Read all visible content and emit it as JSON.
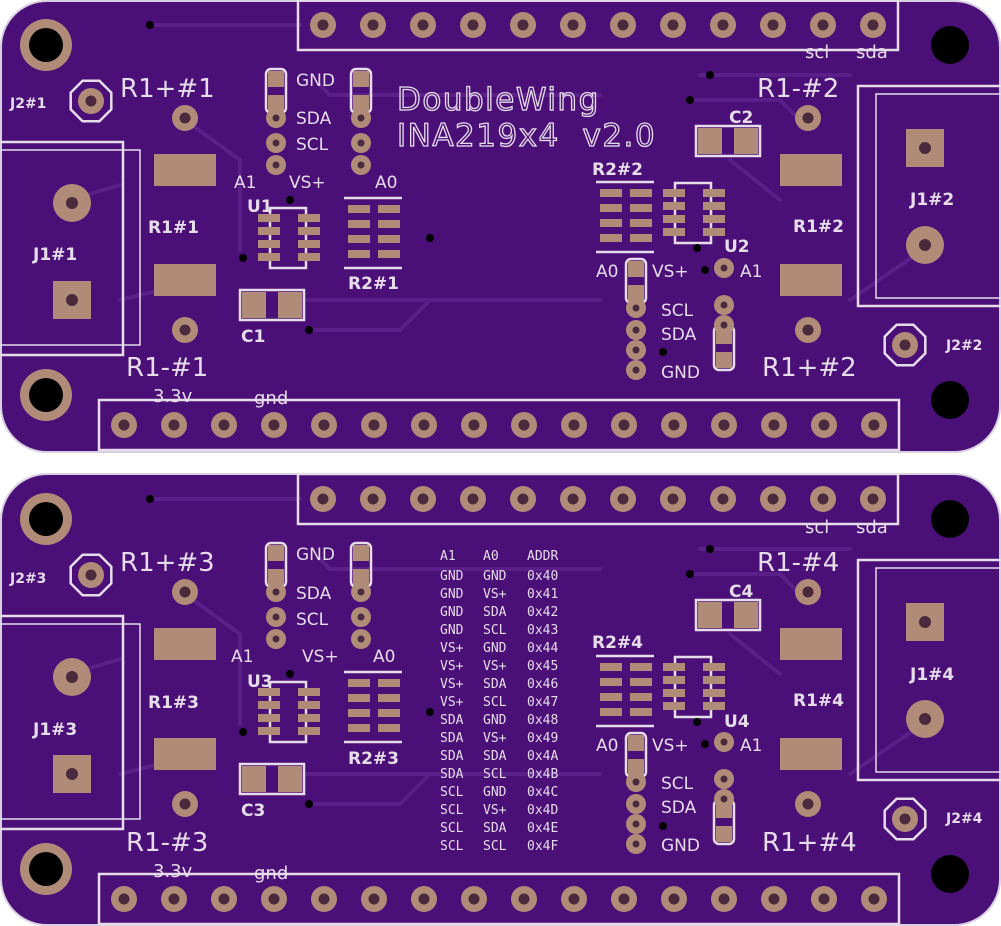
{
  "colors": {
    "board": "#4b0f78",
    "outline": "#d8cfe0",
    "copper": "#b08c78",
    "hole": "#4a2a3c",
    "mount_hole": "#000000",
    "silk": "#e6dcea",
    "trace": "#5a1f88"
  },
  "board": {
    "title_line1": "DoubleWing",
    "title_line2": "INA219x4  v2.0"
  },
  "header_labels": {
    "scl": "scl",
    "sda": "sda",
    "v33": "3.3v",
    "gnd": "gnd"
  },
  "units": {
    "u1": {
      "r_plus": "R1+#1",
      "r_minus": "R1-#1",
      "j2": "J2#1",
      "j1": "J1#1",
      "r1": "R1#1",
      "u": "U1",
      "r2": "R2#1",
      "c": "C1",
      "gnd": "GND",
      "sda": "SDA",
      "scl": "SCL",
      "a1": "A1",
      "vs": "VS+",
      "a0": "A0"
    },
    "u2": {
      "r_plus": "R1+#2",
      "r_minus": "R1-#2",
      "j2": "J2#2",
      "j1": "J1#2",
      "r1": "R1#2",
      "u": "U2",
      "r2": "R2#2",
      "c": "C2",
      "gnd": "GND",
      "sda": "SDA",
      "scl": "SCL",
      "a1": "A1",
      "vs": "VS+",
      "a0": "A0"
    },
    "u3": {
      "r_plus": "R1+#3",
      "r_minus": "R1-#3",
      "j2": "J2#3",
      "j1": "J1#3",
      "r1": "R1#3",
      "u": "U3",
      "r2": "R2#3",
      "c": "C3",
      "gnd": "GND",
      "sda": "SDA",
      "scl": "SCL",
      "a1": "A1",
      "vs": "VS+",
      "a0": "A0"
    },
    "u4": {
      "r_plus": "R1+#4",
      "r_minus": "R1-#4",
      "j2": "J2#4",
      "j1": "J1#4",
      "r1": "R1#4",
      "u": "U4",
      "r2": "R2#4",
      "c": "C4",
      "gnd": "GND",
      "sda": "SDA",
      "scl": "SCL",
      "a1": "A1",
      "vs": "VS+",
      "a0": "A0"
    }
  },
  "addr_table": {
    "headers": [
      "A1",
      "A0",
      "ADDR"
    ],
    "rows": [
      [
        "GND",
        "GND",
        "0x40"
      ],
      [
        "GND",
        "VS+",
        "0x41"
      ],
      [
        "GND",
        "SDA",
        "0x42"
      ],
      [
        "GND",
        "SCL",
        "0x43"
      ],
      [
        "VS+",
        "GND",
        "0x44"
      ],
      [
        "VS+",
        "VS+",
        "0x45"
      ],
      [
        "VS+",
        "SDA",
        "0x46"
      ],
      [
        "VS+",
        "SCL",
        "0x47"
      ],
      [
        "SDA",
        "GND",
        "0x48"
      ],
      [
        "SDA",
        "VS+",
        "0x49"
      ],
      [
        "SDA",
        "SDA",
        "0x4A"
      ],
      [
        "SDA",
        "SCL",
        "0x4B"
      ],
      [
        "SCL",
        "GND",
        "0x4C"
      ],
      [
        "SCL",
        "VS+",
        "0x4D"
      ],
      [
        "SCL",
        "SDA",
        "0x4E"
      ],
      [
        "SCL",
        "SCL",
        "0x4F"
      ]
    ]
  }
}
